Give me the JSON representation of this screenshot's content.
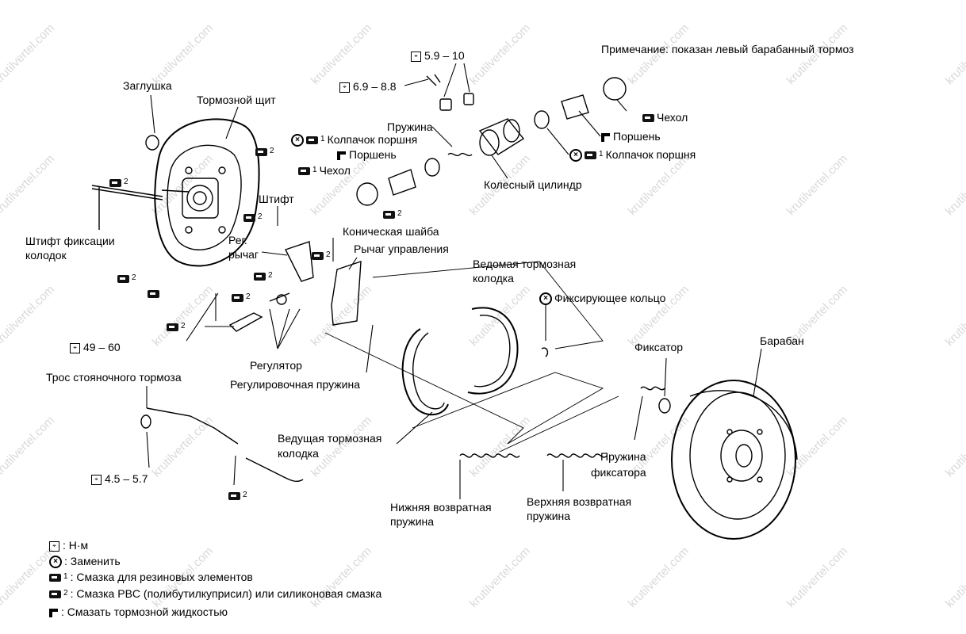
{
  "note": "Примечание: показан  левый барабанный тормоз",
  "watermark": "krutilvertel.com",
  "labels": {
    "zaglushka": "Заглушка",
    "tormoznoy_shchit": "Тормозной щит",
    "torque_59": "5.9 – 10",
    "torque_69": "6.9 – 8.8",
    "chekhol_right": "Чехол",
    "porshen_right": "Поршень",
    "kolpachok_right": "Колпачок поршня",
    "kolpachok_left": "Колпачок поршня",
    "pruzhina": "Пружина",
    "porshen_left": "Поршень",
    "chekhol_left": "Чехол",
    "kolesny_cilindr": "Колесный цилиндр",
    "shtift": "Штифт",
    "shtift_fiks_1": "Штифт фиксации",
    "shtift_fiks_2": "колодок",
    "reg_1": "Рег.",
    "reg_2": "рычаг",
    "konich_shayba": "Коническая шайба",
    "rychag_upr": "Рычаг управления",
    "vedomaya_1": "Ведомая тормозная",
    "vedomaya_2": "колодка",
    "fiks_kolco": "Фиксирующее кольцо",
    "torque_49": "49 – 60",
    "regulyator": "Регулятор",
    "reg_pruzhina": "Регулировочная  пружина",
    "tros": "Трос стояночного тормоза",
    "fiksator": "Фиксатор",
    "baraban": "Барабан",
    "vedushchaya_1": "Ведущая тормозная",
    "vedushchaya_2": "колодка",
    "torque_45": "4.5 –  5.7",
    "nizh_1": "Нижняя возвратная",
    "nizh_2": "пружина",
    "verh_1": "Верхняя возвратная",
    "verh_2": "пружина",
    "pruzh_fiks_1": "Пружина",
    "pruzh_fiks_2": "фиксатора"
  },
  "grease_marks": {
    "one": "1",
    "two": "2"
  },
  "legend": {
    "nm": ": Н·м",
    "zamenit": ": Заменить",
    "smazka1_num": "1",
    "smazka1": ":  Смазка для резиновых элементов",
    "smazka2_num": "2",
    "smazka2": ":  Смазка PBC (полибутилкуприсил) или силиконовая смазка",
    "tormoz_zh": ": Смазать тормозной  жидкостью"
  },
  "icons": {
    "torque": "torque-wrench-icon",
    "replace": "replace-x-icon",
    "grease": "grease-icon",
    "brake_fluid": "brake-fluid-icon"
  }
}
